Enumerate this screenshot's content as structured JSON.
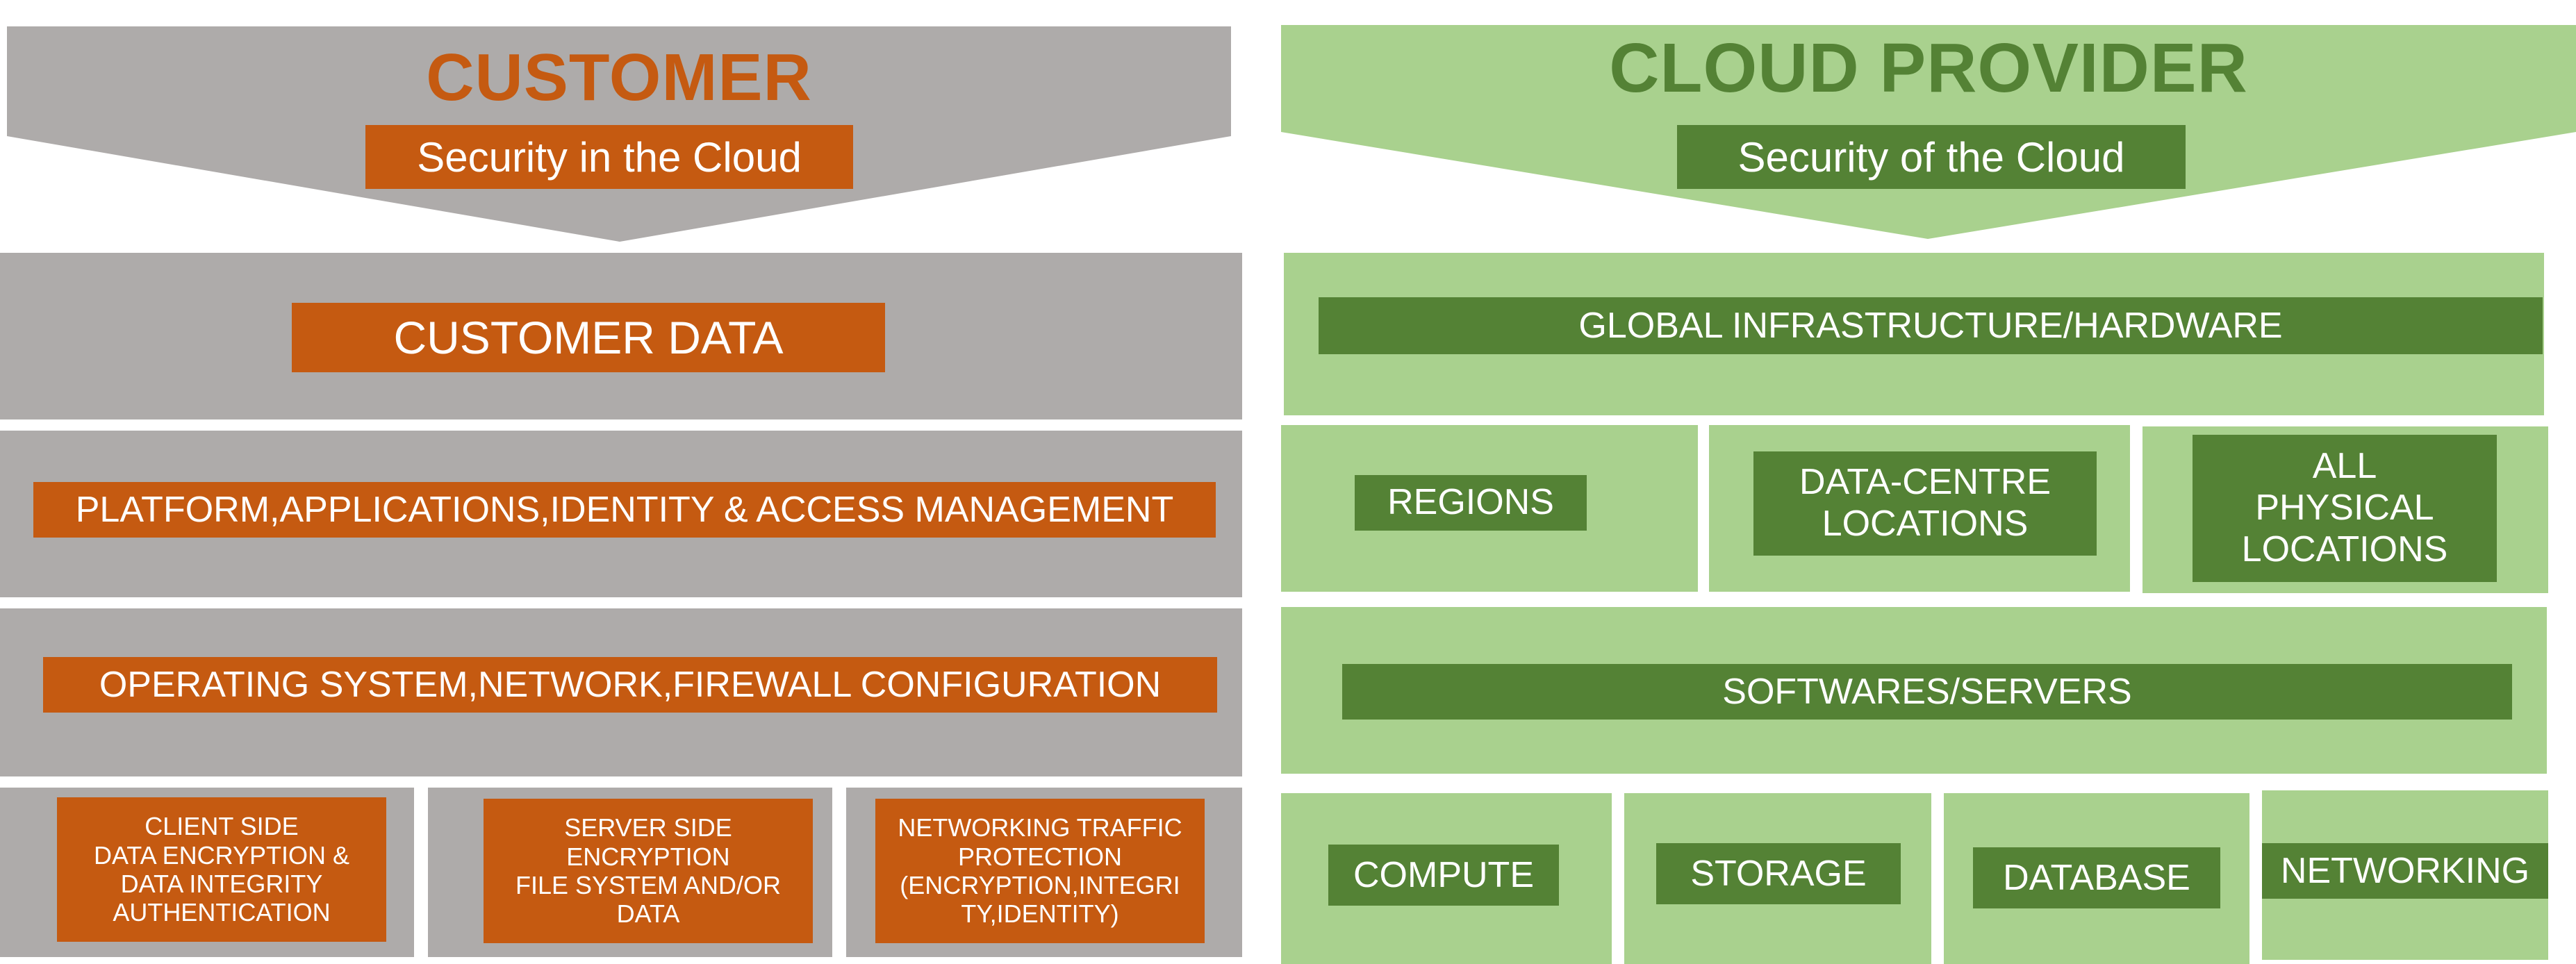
{
  "customer": {
    "title": "CUSTOMER",
    "subtitle": "Security in the Cloud",
    "layers": {
      "data": "CUSTOMER DATA",
      "platform": "PLATFORM,APPLICATIONS,IDENTITY & ACCESS MANAGEMENT",
      "os": "OPERATING SYSTEM,NETWORK,FIREWALL CONFIGURATION"
    },
    "bottom": {
      "client_side": "CLIENT SIDE\nDATA ENCRYPTION &\nDATA INTEGRITY\nAUTHENTICATION",
      "server_side": "SERVER SIDE\nENCRYPTION\nFILE SYSTEM AND/OR\nDATA",
      "networking_traffic": "NETWORKING TRAFFIC\nPROTECTION\n(ENCRYPTION,INTEGRI\nTY,IDENTITY)"
    }
  },
  "cloud": {
    "title": "CLOUD PROVIDER",
    "subtitle": "Security of the Cloud",
    "infrastructure": "GLOBAL INFRASTRUCTURE/HARDWARE",
    "locations": {
      "regions": "REGIONS",
      "data_centre": "DATA-CENTRE\nLOCATIONS",
      "physical": "ALL\nPHYSICAL\nLOCATIONS"
    },
    "software": "SOFTWARES/SERVERS",
    "services": {
      "compute": "COMPUTE",
      "storage": "STORAGE",
      "database": "DATABASE",
      "networking": "NETWORKING"
    }
  },
  "colors": {
    "customer_grey": "#aeabaa",
    "customer_orange": "#c55a11",
    "cloud_light_green": "#a9d18e",
    "cloud_dark_green": "#548235"
  }
}
